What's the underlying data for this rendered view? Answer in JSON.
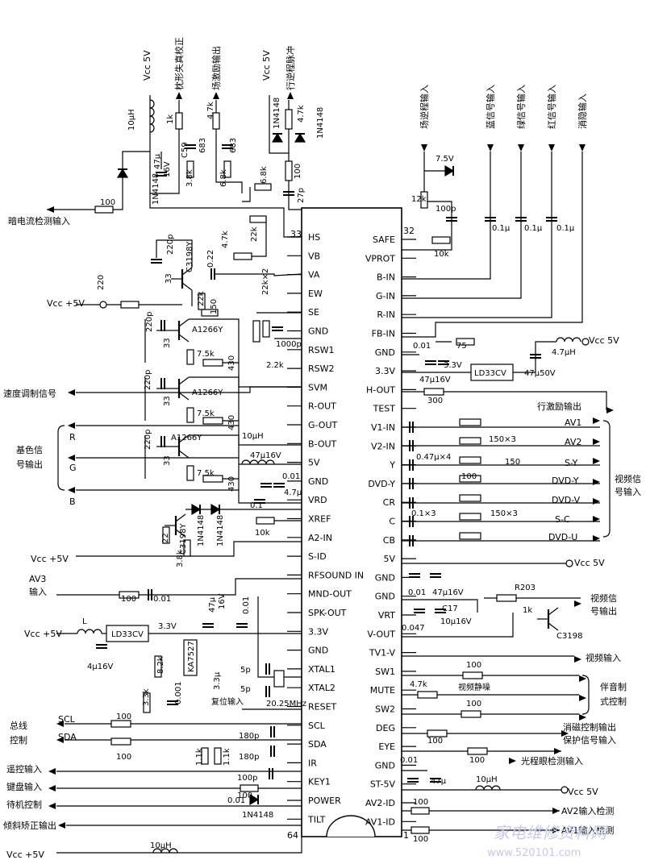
{
  "chip": {
    "left_pins": [
      "HS",
      "VB",
      "VA",
      "EW",
      "SE",
      "GND",
      "RSW1",
      "RSW2",
      "SVM",
      "R-OUT",
      "G-OUT",
      "B-OUT",
      "5V",
      "GND",
      "VRD",
      "XREF",
      "A2-IN",
      "S-ID",
      "RFSOUND IN",
      "MND-OUT",
      "SPK-OUT",
      "3.3V",
      "GND",
      "XTAL1",
      "XTAL2",
      "RESET",
      "SCL",
      "SDA",
      "IR",
      "KEY1",
      "POWER",
      "TILT"
    ],
    "right_pins": [
      "SAFE",
      "VPROT",
      "B-IN",
      "G-IN",
      "R-IN",
      "FB-IN",
      "GND",
      "3.3V",
      "H-OUT",
      "TEST",
      "V1-IN",
      "V2-IN",
      "Y",
      "DVD-Y",
      "CR",
      "C",
      "CB",
      "5V",
      "GND",
      "GND",
      "VRT",
      "V-OUT",
      "TV1-V",
      "SW1",
      "MUTE",
      "SW2",
      "DEG",
      "EYE",
      "GND",
      "ST-5V",
      "AV2-ID",
      "AV1-ID"
    ],
    "pin_33": "33",
    "pin_32": "32",
    "pin_64": "64",
    "pin_1": "1"
  },
  "top_labels": {
    "pincushion": "枕形失真校正",
    "vert_drive": "场激励输出",
    "flyback": "行逆程脉冲",
    "vert_flyback": "场逆程输入",
    "blue_in": "蓝信号输入",
    "green_in": "绿信号输入",
    "red_in": "红信号输入",
    "blank_in": "消隐输入",
    "vcc_5v_a": "Vcc 5V",
    "vcc_5v_b": "Vcc 5V"
  },
  "left_labels": {
    "dark_current": "暗电流检测输入",
    "vcc5_a": "Vcc +5V",
    "speed_mod": "速度调制信号",
    "base_color_1": "基色信",
    "base_color_2": "号输出",
    "r": "R",
    "g": "G",
    "b": "B",
    "vcc5_b": "Vcc +5V",
    "av3_1": "AV3",
    "av3_2": "输入",
    "vcc5_c": "Vcc +5V",
    "bus_1": "总线",
    "bus_2": "控制",
    "scl": "SCL",
    "sda": "SDA",
    "ir": "遥控输入",
    "key": "键盘输入",
    "standby": "待机控制",
    "tilt": "倾斜矫正输出",
    "vcc5_d": "Vcc +5V"
  },
  "right_labels": {
    "vcc5_1": "Vcc 5V",
    "h_drive": "行激励输出",
    "av1": "AV1",
    "av2": "AV2",
    "sy": "S-Y",
    "dvdy": "DVD-Y",
    "dvdv": "DVD-V",
    "sc": "S-C",
    "dvdu": "DVD-U",
    "video_in_1": "视频信",
    "video_in_2": "号输入",
    "vcc5_2": "Vcc 5V",
    "video_out_1": "视频信",
    "video_out_2": "号输出",
    "video_input": "视频输入",
    "sound_1": "伴音制",
    "sound_2": "式控制",
    "degauss": "消磁控制输出",
    "protect": "保护信号输入",
    "eye": "光程眼检测输入",
    "vcc5_3": "Vcc 5V",
    "av2id": "AV2输入检测",
    "av1id": "AV1输入检测"
  },
  "components": {
    "c_10uh_top": "10μH",
    "c_1k": "1k",
    "c_c59": "C59",
    "c_683a": "683",
    "c_47u": "47μ",
    "c_16v": "16V",
    "c_1n4148a": "1N4148",
    "c_3_8k": "3.8k",
    "c_4_7k_a": "4.7k",
    "c_683b": "683",
    "c_6_8k": "6.8k",
    "c_1n4148b": "1N4148",
    "c_4_7k_b": "4.7k",
    "c_1n4148c": "1N4148",
    "c_6_8k_b": "6.8k",
    "c_100a": "100",
    "c_27p": "27p",
    "c_100b": "100",
    "c_22k_a": "22k",
    "c_220p_a": "220p",
    "c_c3198y_a": "C3198Y",
    "c_0_22": "0.22",
    "c_4_7k_c": "4.7k",
    "c_33a": "33",
    "c_22k_b": "22k",
    "c_22kx2": "22k×2",
    "c_220": "220",
    "c_150a": "150",
    "c_220p_b": "220p",
    "c_a1266y_a": "A1266Y",
    "c_33b": "33",
    "c_7_5k_a": "7.5k",
    "c_430a": "430",
    "c_1000p": "1000p",
    "c_2_2k": "2.2k",
    "c_220p_c": "220p",
    "c_a1266y_b": "A1266Y",
    "c_33c": "33",
    "c_7_5k_b": "7.5k",
    "c_430b": "430",
    "c_10uh_b": "10μH",
    "c_220p_d": "220p",
    "c_a1266y_c": "A1266Y",
    "c_33d": "33",
    "c_7_5k_c": "7.5k",
    "c_430c": "430",
    "c_47u16v_a": "47μ16V",
    "c_0_01a": "0.01",
    "c_4_7u": "4.7μ",
    "c_0_1": "0.1",
    "c_10k_a": "10k",
    "c_22": "22",
    "c_c3198y_b": "C3198Y",
    "c_1n4148d": "1N4148",
    "c_1n4148e": "1N4148",
    "c_3_8k_b": "3.8k",
    "c_100c": "100",
    "c_0_01b": "0.01",
    "c_l": "L",
    "c_ld33cv_a": "LD33CV",
    "c_4u16v": "4μ16V",
    "c_3_3v_a": "3.3V",
    "c_47u_b": "47μ",
    "c_16v_b": "16V",
    "c_0_01c": "0.01",
    "c_ka7527": "KA7527",
    "c_8_2k": "8.2k",
    "c_3_3u": "3.3μ",
    "c_0_001": "0.001",
    "c_3_3k": "3.3k",
    "c_reset_in": "复位输入",
    "c_5p_a": "5p",
    "c_5p_b": "5p",
    "c_xtal": "20.25MHz",
    "c_100d": "100",
    "c_100e": "100",
    "c_180p_a": "180p",
    "c_180p_b": "180p",
    "c_1_1k_a": "1.1k",
    "c_1_1k_b": "1.1k",
    "c_100p_a": "100p",
    "c_100f": "100",
    "c_0_01d": "0.01",
    "c_1n4148f": "1N4148",
    "c_10uh_c": "10μH",
    "c_7_5v": "7.5V",
    "c_12k": "12k",
    "c_100p_b": "100p",
    "c_10k_b": "10k",
    "c_0_1u_a": "0.1μ",
    "c_0_1u_b": "0.1μ",
    "c_0_1u_c": "0.1μ",
    "c_75": "75",
    "c_4_7uh": "4.7μH",
    "c_0_01e": "0.01",
    "c_3_3v_b": "3.3V",
    "c_47u16v_b": "47μ16V",
    "c_ld33cv_b": "LD33CV",
    "c_47u50v": "47μ50V",
    "c_300": "300",
    "c_150x3_a": "150×3",
    "c_047x4": "0.47μ×4",
    "c_150b": "150",
    "c_100g": "100",
    "c_01x3": "0.1×3",
    "c_150x3_b": "150×3",
    "c_0_01f": "0.01",
    "c_47u16v_c": "47μ16V",
    "c_r203": "R203",
    "c_1k_b": "1k",
    "c_c17": "C17",
    "c_0_047": "0.047",
    "c_10u16v": "10μ16V",
    "c_c3198": "C3198",
    "c_100h": "100",
    "c_4_7k_d": "4.7k",
    "c_mute": "视频静噪",
    "c_100i": "100",
    "c_100j": "100",
    "c_100k": "100",
    "c_0_01g": "0.01",
    "c_47u_c": "47μ",
    "c_10uh_d": "10μH",
    "c_100l": "100",
    "c_100m": "100"
  },
  "watermark": "家电维修资料网",
  "watermark_url": "www.520101.com"
}
